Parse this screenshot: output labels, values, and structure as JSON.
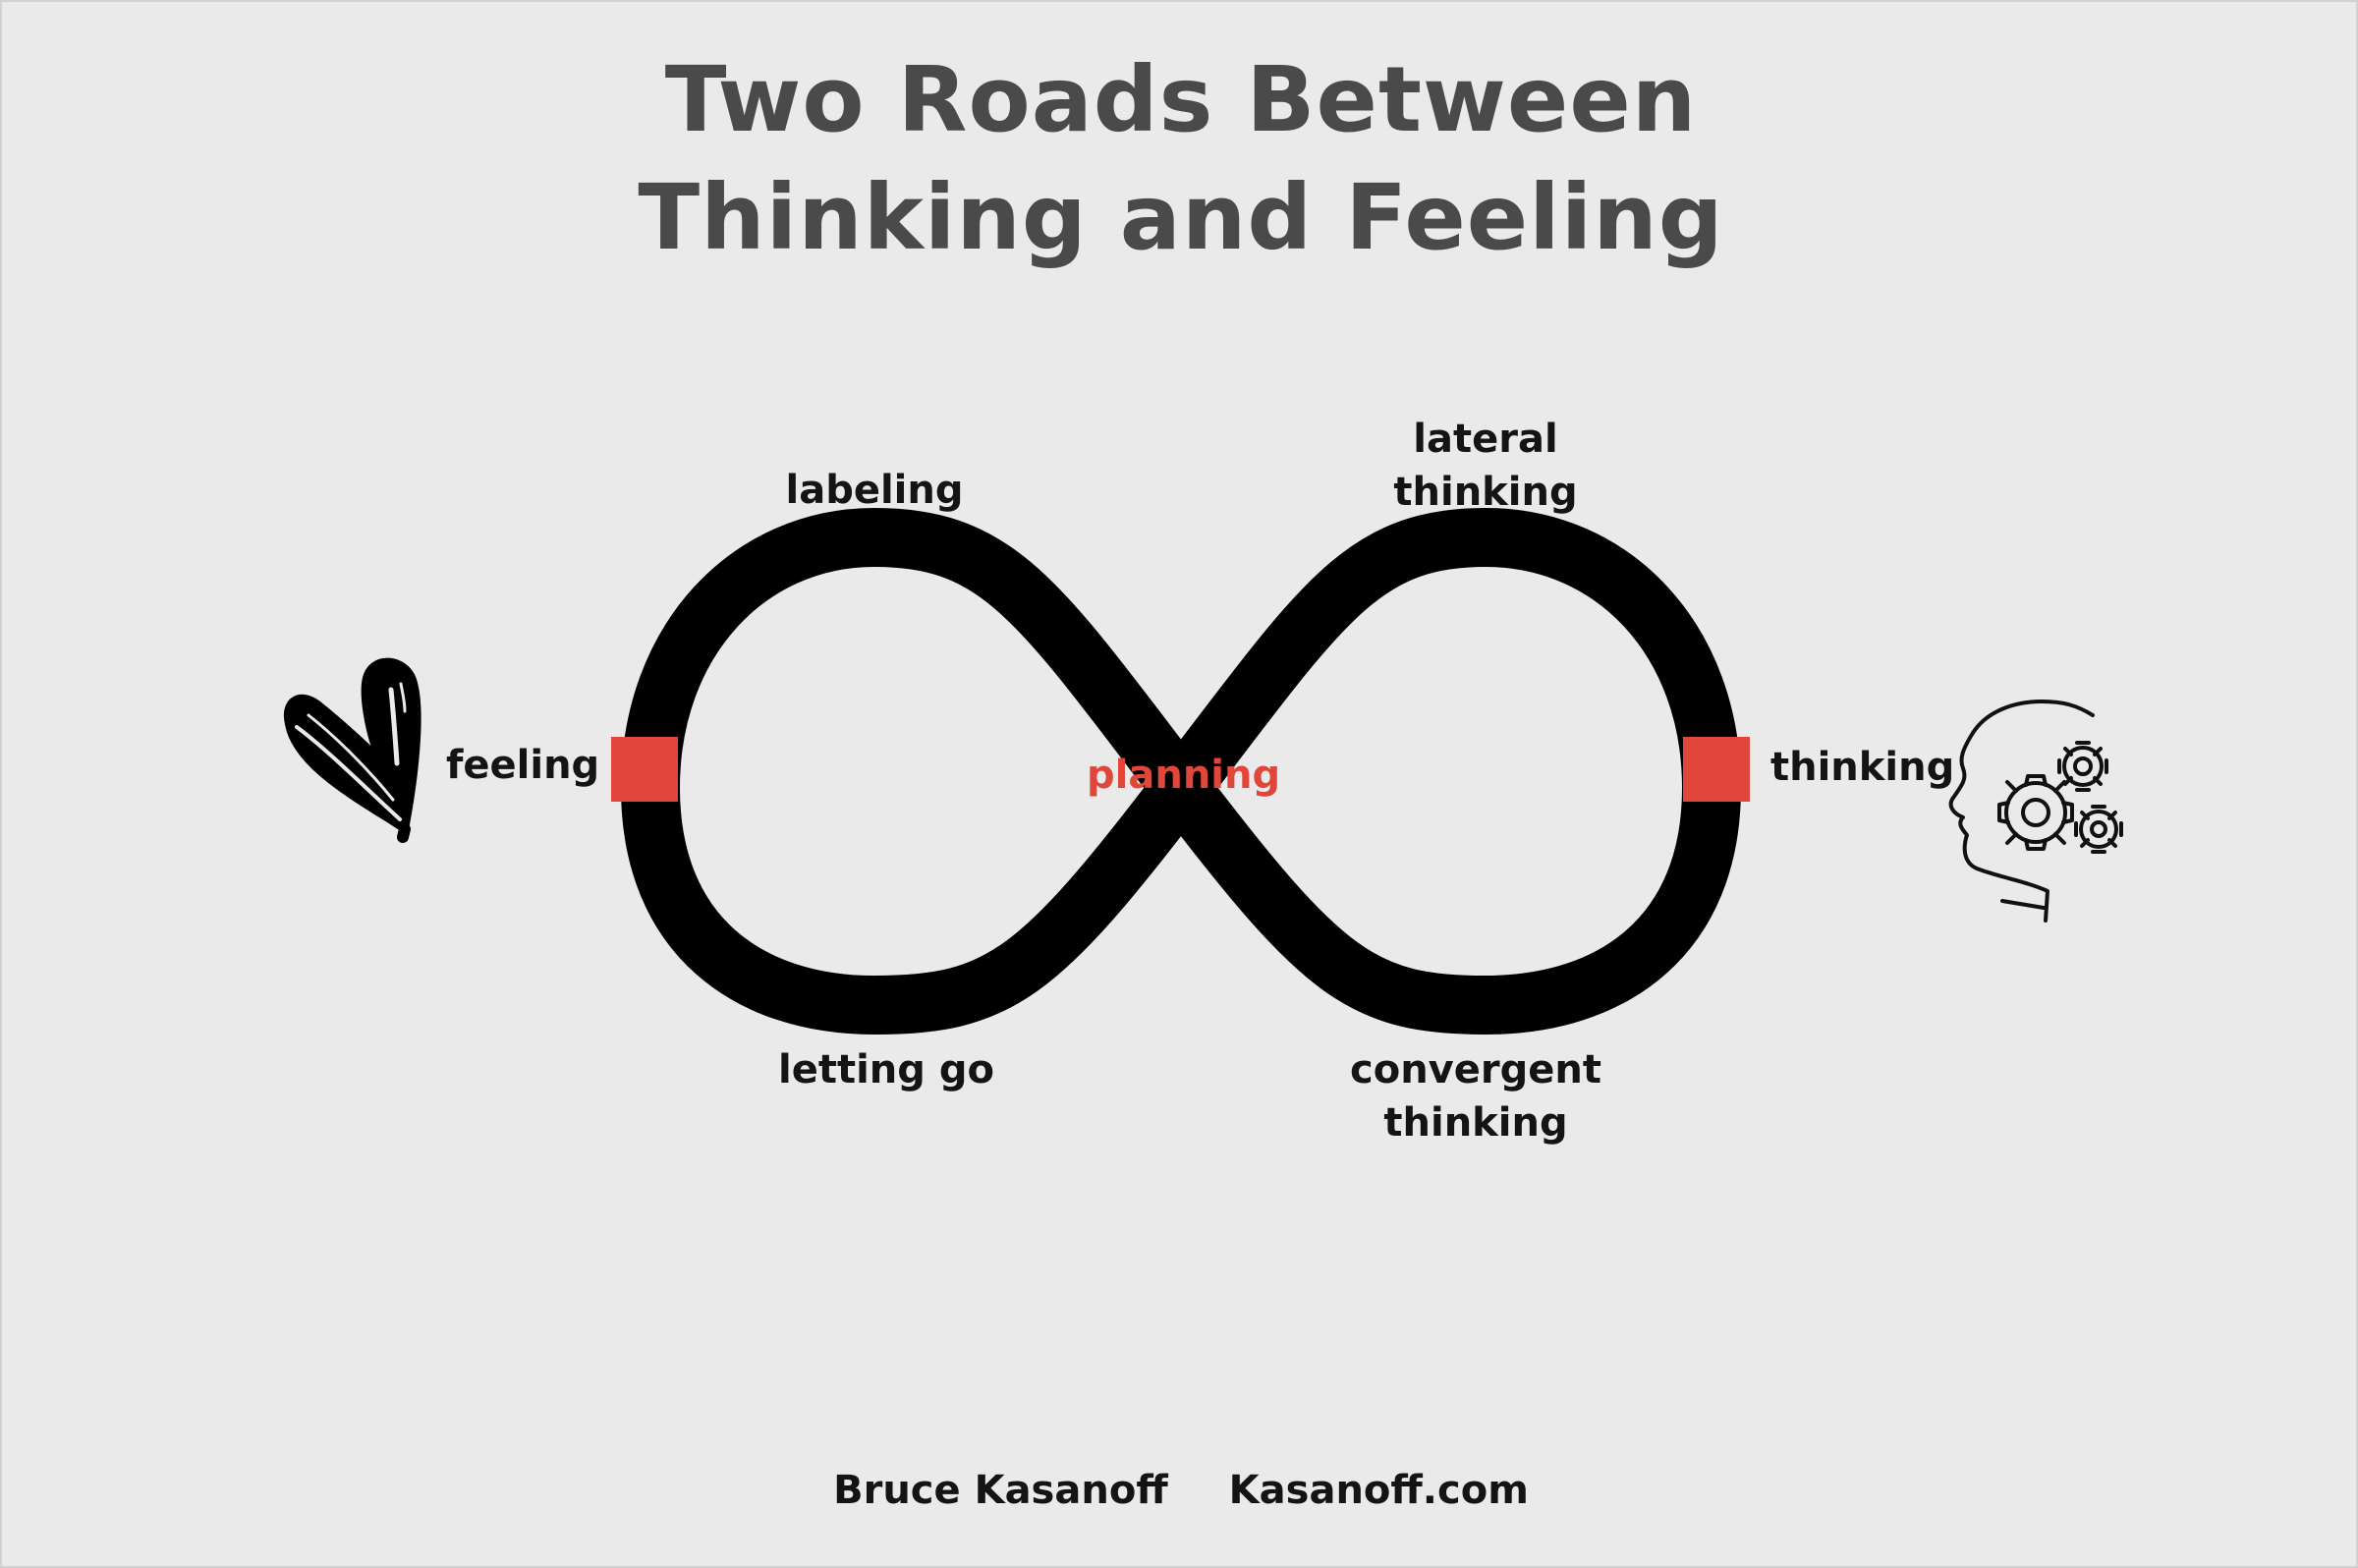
{
  "title": {
    "line1": "Two Roads Between",
    "line2": "Thinking and Feeling"
  },
  "labels": {
    "feeling": "feeling",
    "thinking": "thinking",
    "planning": "planning",
    "labeling": "labeling",
    "lateral": [
      "lateral",
      "thinking"
    ],
    "letting_go": "letting go",
    "convergent": [
      "convergent",
      "thinking"
    ]
  },
  "footer": {
    "author": "Bruce Kasanoff",
    "site": "Kasanoff.com"
  },
  "icons": {
    "left": "heart-icon",
    "right": "head-gears-icon"
  },
  "colors": {
    "background": "#eaeaea",
    "title": "#4a4a4a",
    "loop": "#000000",
    "marker": "#e0463a",
    "planning": "#e0463a"
  }
}
